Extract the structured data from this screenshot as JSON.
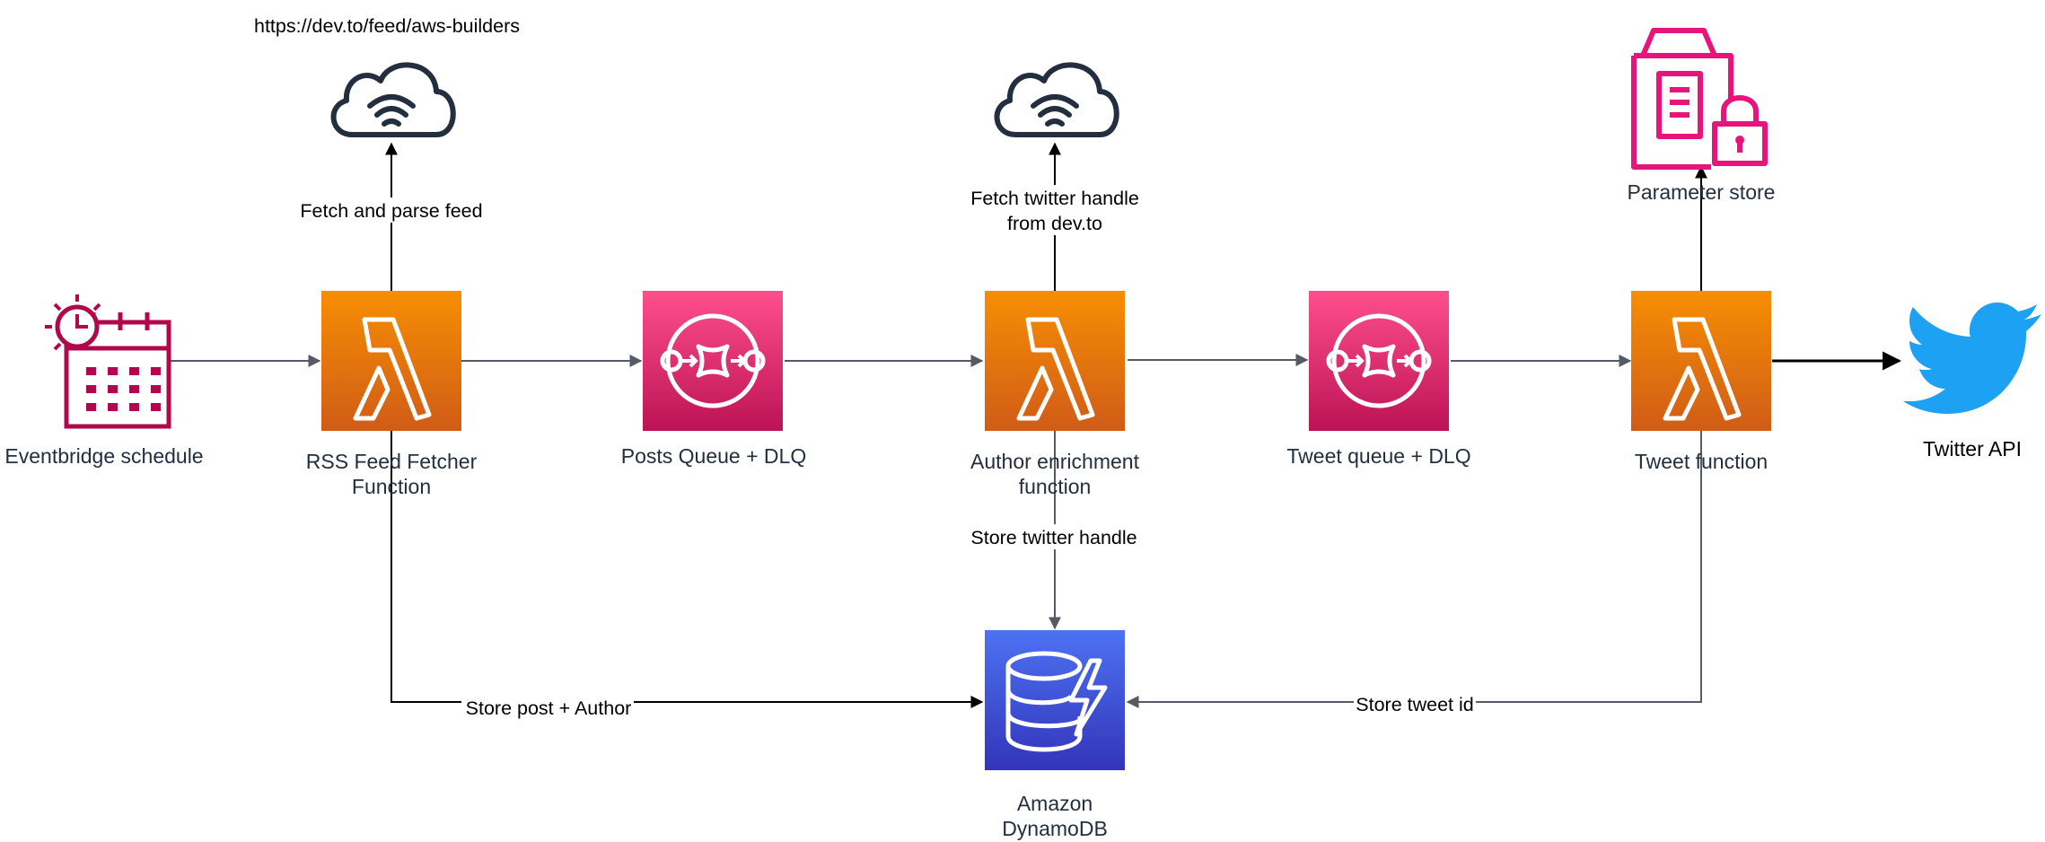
{
  "diagram": {
    "feed_url": "https://dev.to/feed/aws-builders",
    "nodes": {
      "eventbridge": {
        "label": "Eventbridge schedule",
        "icon": "eventbridge-schedule-icon"
      },
      "rss_fetcher": {
        "label_line1": "RSS Feed Fetcher",
        "label_line2": "Function",
        "icon": "lambda-icon"
      },
      "posts_queue": {
        "label": "Posts Queue + DLQ",
        "icon": "sqs-queue-icon"
      },
      "author_enrichment": {
        "label_line1": "Author enrichment",
        "label_line2": "function",
        "icon": "lambda-icon"
      },
      "tweet_queue": {
        "label": "Tweet queue + DLQ",
        "icon": "sqs-queue-icon"
      },
      "tweet_function": {
        "label": "Tweet function",
        "icon": "lambda-icon"
      },
      "twitter_api": {
        "label": "Twitter API",
        "icon": "twitter-bird-icon"
      },
      "parameter_store": {
        "label": "Parameter store",
        "icon": "parameter-store-icon"
      },
      "dynamodb": {
        "label_line1": "Amazon",
        "label_line2": "DynamoDB",
        "icon": "dynamodb-icon"
      },
      "internet_feed": {
        "icon": "internet-cloud-icon"
      },
      "internet_devto": {
        "icon": "internet-cloud-icon"
      }
    },
    "edges": {
      "fetch_feed": "Fetch and parse feed",
      "fetch_handle_line1": "Fetch twitter handle",
      "fetch_handle_line2": "from dev.to",
      "store_handle": "Store twitter handle",
      "store_post": "Store post + Author",
      "store_tweet": "Store tweet id"
    },
    "colors": {
      "lambda_top": "#f78e04",
      "lambda_bottom": "#d05c17",
      "sqs_top": "#ff4f8b",
      "sqs_bottom": "#bc1356",
      "dynamo_top": "#4d72f3",
      "dynamo_bottom": "#3334b9",
      "eventbridge": "#b0084d",
      "parameter_store": "#e7157b",
      "twitter": "#1da1f2",
      "cloud": "#232f3e",
      "edge_gray": "#545b64",
      "edge_black": "#000000"
    }
  }
}
